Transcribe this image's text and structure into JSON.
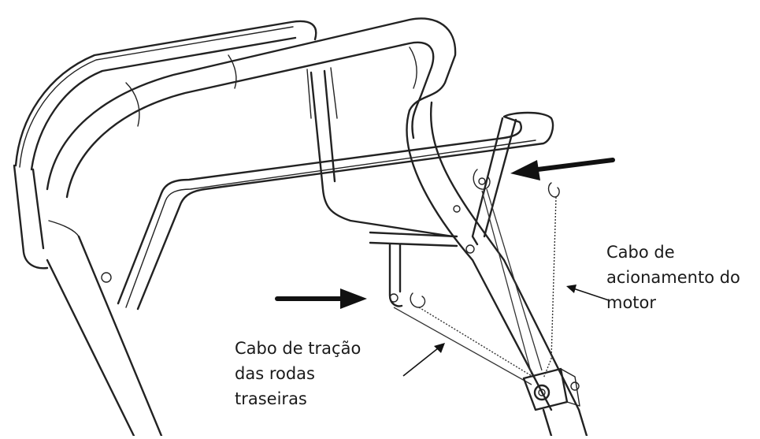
{
  "labels": {
    "engine_cable": [
      "Cabo de",
      "acionamento do",
      "motor"
    ],
    "drive_cable": [
      "Cabo de tração",
      "das rodas",
      "traseiras"
    ]
  },
  "colors": {
    "line": "#222222",
    "arrow": "#111111",
    "background": "#ffffff"
  }
}
